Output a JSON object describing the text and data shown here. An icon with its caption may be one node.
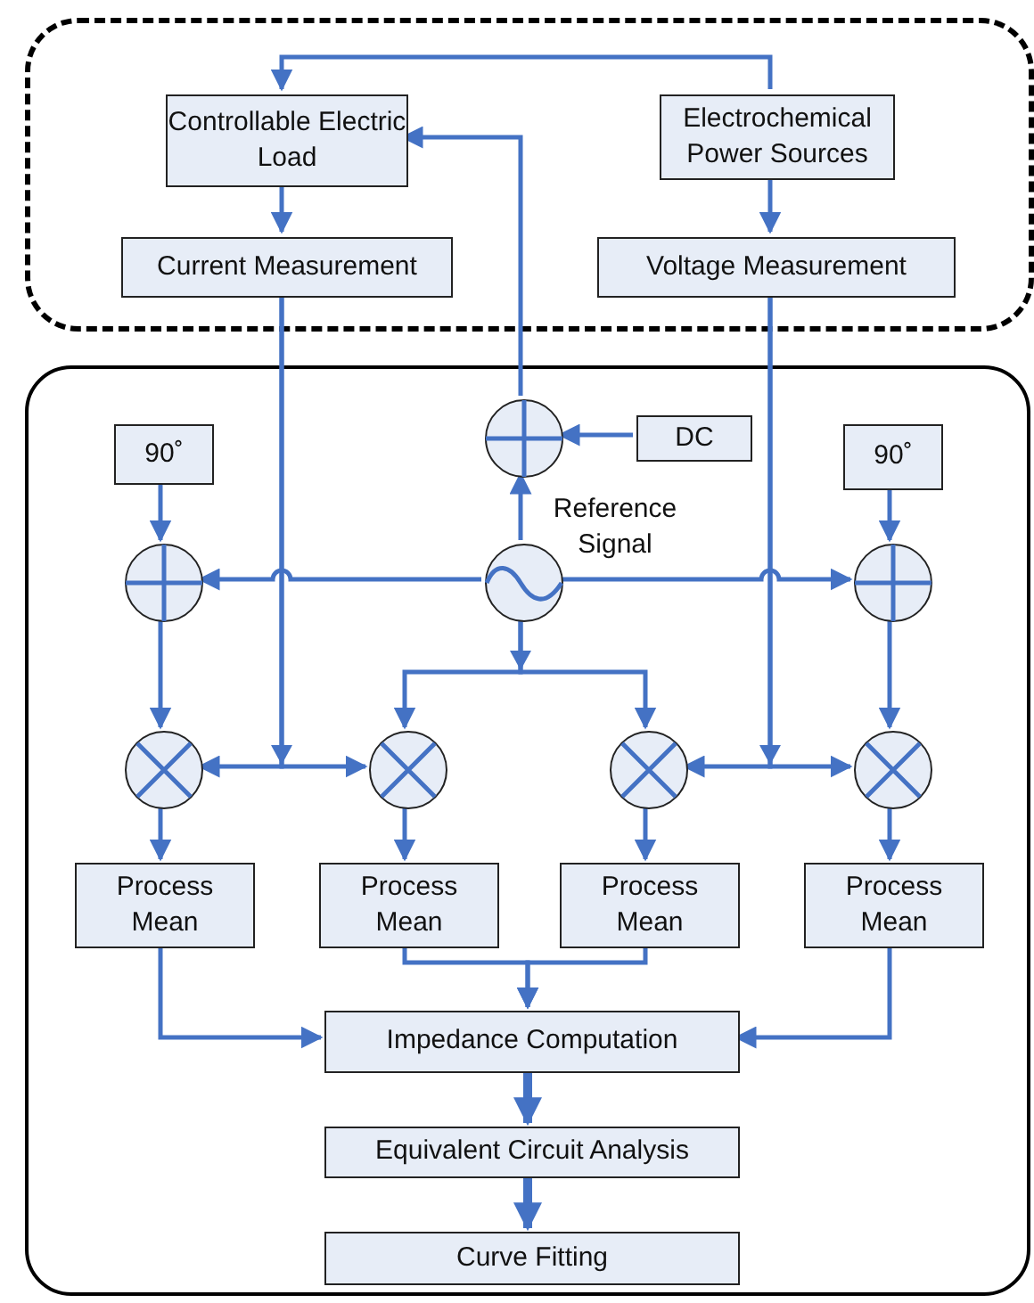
{
  "diagram": {
    "nodes": [
      {
        "text": [],
        "shape": "box"
      },
      {
        "text": [
          "Controllable Electric Load"
        ],
        "in": 0
      },
      {
        "text": [
          "Electrochemical Power Sources"
        ],
        "in": 0
      },
      {
        "text": [
          "Current Measurement"
        ],
        "in": 0
      },
      {
        "text": [
          "Voltage Measurement"
        ],
        "in": 0
      },
      {
        "text": [],
        "shape": "box"
      },
      {
        "text": [
          "90˚"
        ],
        "in": 5
      },
      {
        "text": [],
        "shape": "circle",
        "in": 5
      },
      {
        "text": [
          "DC"
        ],
        "in": 5
      },
      {
        "text": [
          "90˚"
        ],
        "in": 5
      },
      {
        "text": [],
        "shape": "circle",
        "in": 5
      },
      {
        "text": [],
        "shape": "circle",
        "in": 5,
        "beside": [
          "Reference Signal"
        ]
      },
      {
        "text": [],
        "shape": "circle",
        "in": 5
      },
      {
        "text": [],
        "shape": "circle",
        "in": 5
      },
      {
        "text": [],
        "shape": "circle",
        "in": 5
      },
      {
        "text": [],
        "shape": "circle",
        "in": 5
      },
      {
        "text": [],
        "shape": "circle",
        "in": 5
      },
      {
        "text": [
          "Process Mean"
        ],
        "in": 5
      },
      {
        "text": [
          "Process Mean"
        ],
        "in": 5
      },
      {
        "text": [
          "Process Mean"
        ],
        "in": 5
      },
      {
        "text": [
          "Process Mean"
        ],
        "in": 5
      },
      {
        "text": [
          "Impedance Computation"
        ],
        "in": 5
      },
      {
        "text": [
          "Equivalent Circuit Analysis"
        ],
        "in": 5
      },
      {
        "text": [
          "Curve Fitting"
        ],
        "in": 5
      }
    ],
    "edges": [
      {
        "from": 2,
        "to": 1,
        "arrow": "to"
      },
      {
        "from": 7,
        "to": 1,
        "arrow": "to"
      },
      {
        "from": 1,
        "to": 3,
        "arrow": "to"
      },
      {
        "from": 2,
        "to": 4,
        "arrow": "to"
      },
      {
        "from": 8,
        "to": 7,
        "arrow": "to"
      },
      {
        "from": 11,
        "to": 7,
        "arrow": "to"
      },
      {
        "from": 6,
        "to": 10,
        "arrow": "to"
      },
      {
        "from": 9,
        "to": 12,
        "arrow": "to"
      },
      {
        "from": 11,
        "to": 10,
        "arrow": "to"
      },
      {
        "from": 11,
        "to": 12,
        "arrow": "to"
      },
      {
        "from": 11,
        "to": 14,
        "arrow": "to"
      },
      {
        "from": 11,
        "to": 15,
        "arrow": "to"
      },
      {
        "from": 10,
        "to": 13,
        "arrow": "to"
      },
      {
        "from": 12,
        "to": 16,
        "arrow": "to"
      },
      {
        "from": 3,
        "to": 13,
        "arrow": "to"
      },
      {
        "from": 3,
        "to": 14,
        "arrow": "to"
      },
      {
        "from": 4,
        "to": 15,
        "arrow": "to"
      },
      {
        "from": 4,
        "to": 16,
        "arrow": "to"
      },
      {
        "from": 13,
        "to": 17,
        "arrow": "to"
      },
      {
        "from": 14,
        "to": 18,
        "arrow": "to"
      },
      {
        "from": 15,
        "to": 19,
        "arrow": "to"
      },
      {
        "from": 16,
        "to": 20,
        "arrow": "to"
      },
      {
        "from": 17,
        "to": 21,
        "arrow": "to"
      },
      {
        "from": 18,
        "to": 21,
        "arrow": "to"
      },
      {
        "from": 19,
        "to": 21,
        "arrow": "to"
      },
      {
        "from": 20,
        "to": 21,
        "arrow": "to"
      },
      {
        "from": 21,
        "to": 22,
        "arrow": "to",
        "style": "thick"
      },
      {
        "from": 22,
        "to": 23,
        "arrow": "to",
        "style": "thick"
      }
    ]
  }
}
